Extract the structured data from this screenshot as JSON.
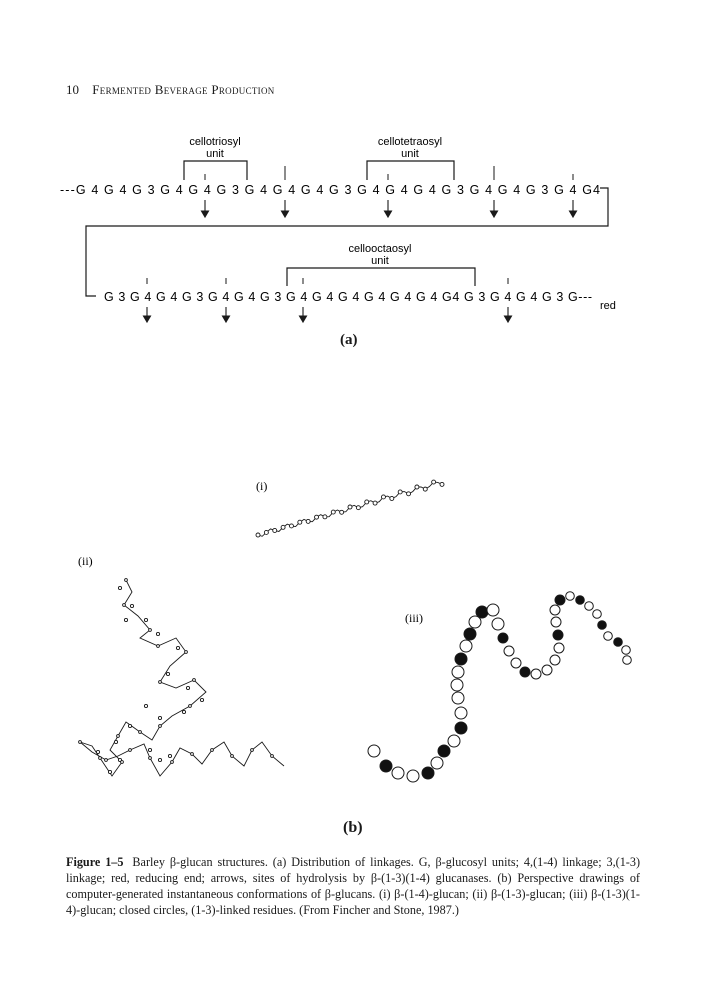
{
  "running_head": {
    "page_number": "10",
    "title": "Fermented Beverage Production"
  },
  "figure_a": {
    "row1_sequence": "---G 4 G 4 G 3 G 4 G 4 G 3 G 4 G 4 G 4 G 3 G 4 G 4 G 4 G 3 G 4 G 4 G 3 G 4 G4",
    "row2_sequence": "G 3 G 4 G 4 G 3 G 4 G 4 G 3 G 4 G 4 G 4 G 4 G 4 G 4 G4 G 3 G 4 G 4 G 3 G---",
    "units": [
      {
        "name": "cellotriosyl",
        "sub": "unit"
      },
      {
        "name": "cellotetraosyl",
        "sub": "unit"
      },
      {
        "name": "cellooctaosyl",
        "sub": "unit"
      }
    ],
    "red_label": "red",
    "label": "(a)"
  },
  "figure_b": {
    "panel_labels": [
      "(i)",
      "(ii)",
      "(iii)"
    ],
    "label": "(b)"
  },
  "caption": {
    "lead": "Figure 1–5",
    "text": "Barley β-glucan structures. (a) Distribution of linkages. G, β-glucosyl units; 4,(1-4) linkage; 3,(1-3) linkage; red, reducing end; arrows, sites of hydrolysis by β-(1-3)(1-4) glucanases. (b) Perspective drawings of computer-generated instantaneous conformations of β-glucans. (i) β-(1-4)-glucan; (ii) β-(1-3)-glucan; (iii) β-(1-3)(1-4)-glucan; closed circles, (1-3)-linked residues. (From Fincher and Stone, 1987.)"
  }
}
